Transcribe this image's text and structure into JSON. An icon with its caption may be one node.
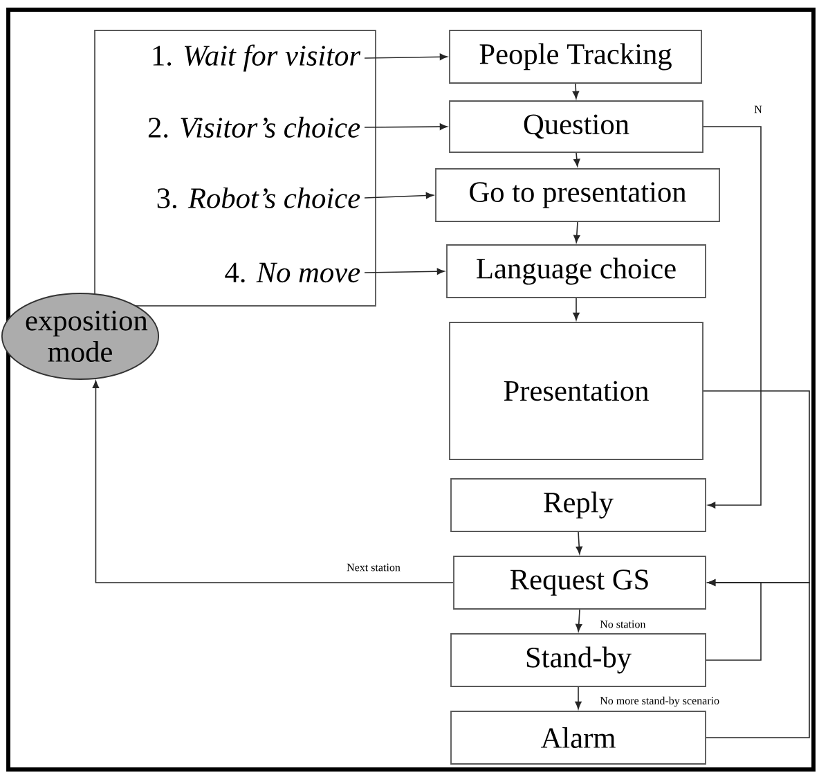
{
  "diagram": {
    "nodes": [
      {
        "text": [],
        "shape": "box"
      },
      {
        "text": [
          "1. *Wait for visitor*"
        ],
        "in": 0
      },
      {
        "text": [
          "2. *Visitor’s choice*"
        ],
        "in": 0
      },
      {
        "text": [
          "3. *Robot’s choice*"
        ],
        "in": 0
      },
      {
        "text": [
          "4. *No move*"
        ],
        "in": 0
      },
      {
        "text": [
          "exposition mode"
        ]
      },
      {
        "text": [
          "People Tracking"
        ]
      },
      {
        "text": [
          "Question"
        ]
      },
      {
        "text": [
          "Go to presentation"
        ]
      },
      {
        "text": [
          "Language choice"
        ]
      },
      {
        "text": [
          "Presentation"
        ]
      },
      {
        "text": [
          "Reply"
        ]
      },
      {
        "text": [
          "Request GS"
        ]
      },
      {
        "text": [
          "Stand-by"
        ]
      },
      {
        "text": [
          "Alarm"
        ]
      }
    ],
    "edges": [
      {
        "from": 1,
        "to": 6,
        "arrow": "to"
      },
      {
        "from": 2,
        "to": 7,
        "arrow": "to"
      },
      {
        "from": 3,
        "to": 8,
        "arrow": "to"
      },
      {
        "from": 4,
        "to": 9,
        "arrow": "to"
      },
      {
        "from": 6,
        "to": 7,
        "arrow": "to"
      },
      {
        "from": 7,
        "to": 8,
        "arrow": "to"
      },
      {
        "from": 8,
        "to": 9,
        "arrow": "to"
      },
      {
        "from": 9,
        "to": 10,
        "arrow": "to"
      },
      {
        "from": 7,
        "to": 11,
        "arrow": "to",
        "label": "N"
      },
      {
        "from": 11,
        "to": 12,
        "arrow": "to"
      },
      {
        "from": 10,
        "to": 12,
        "arrow": "to"
      },
      {
        "from": 13,
        "to": 12,
        "arrow": "to"
      },
      {
        "from": 14,
        "to": 12,
        "arrow": "to"
      },
      {
        "from": 12,
        "to": 13,
        "arrow": "to",
        "label": "No station"
      },
      {
        "from": 13,
        "to": 14,
        "arrow": "to",
        "label": "No more stand-by scenario"
      },
      {
        "from": 12,
        "to": 5,
        "arrow": "to",
        "label": "Next station"
      }
    ]
  }
}
